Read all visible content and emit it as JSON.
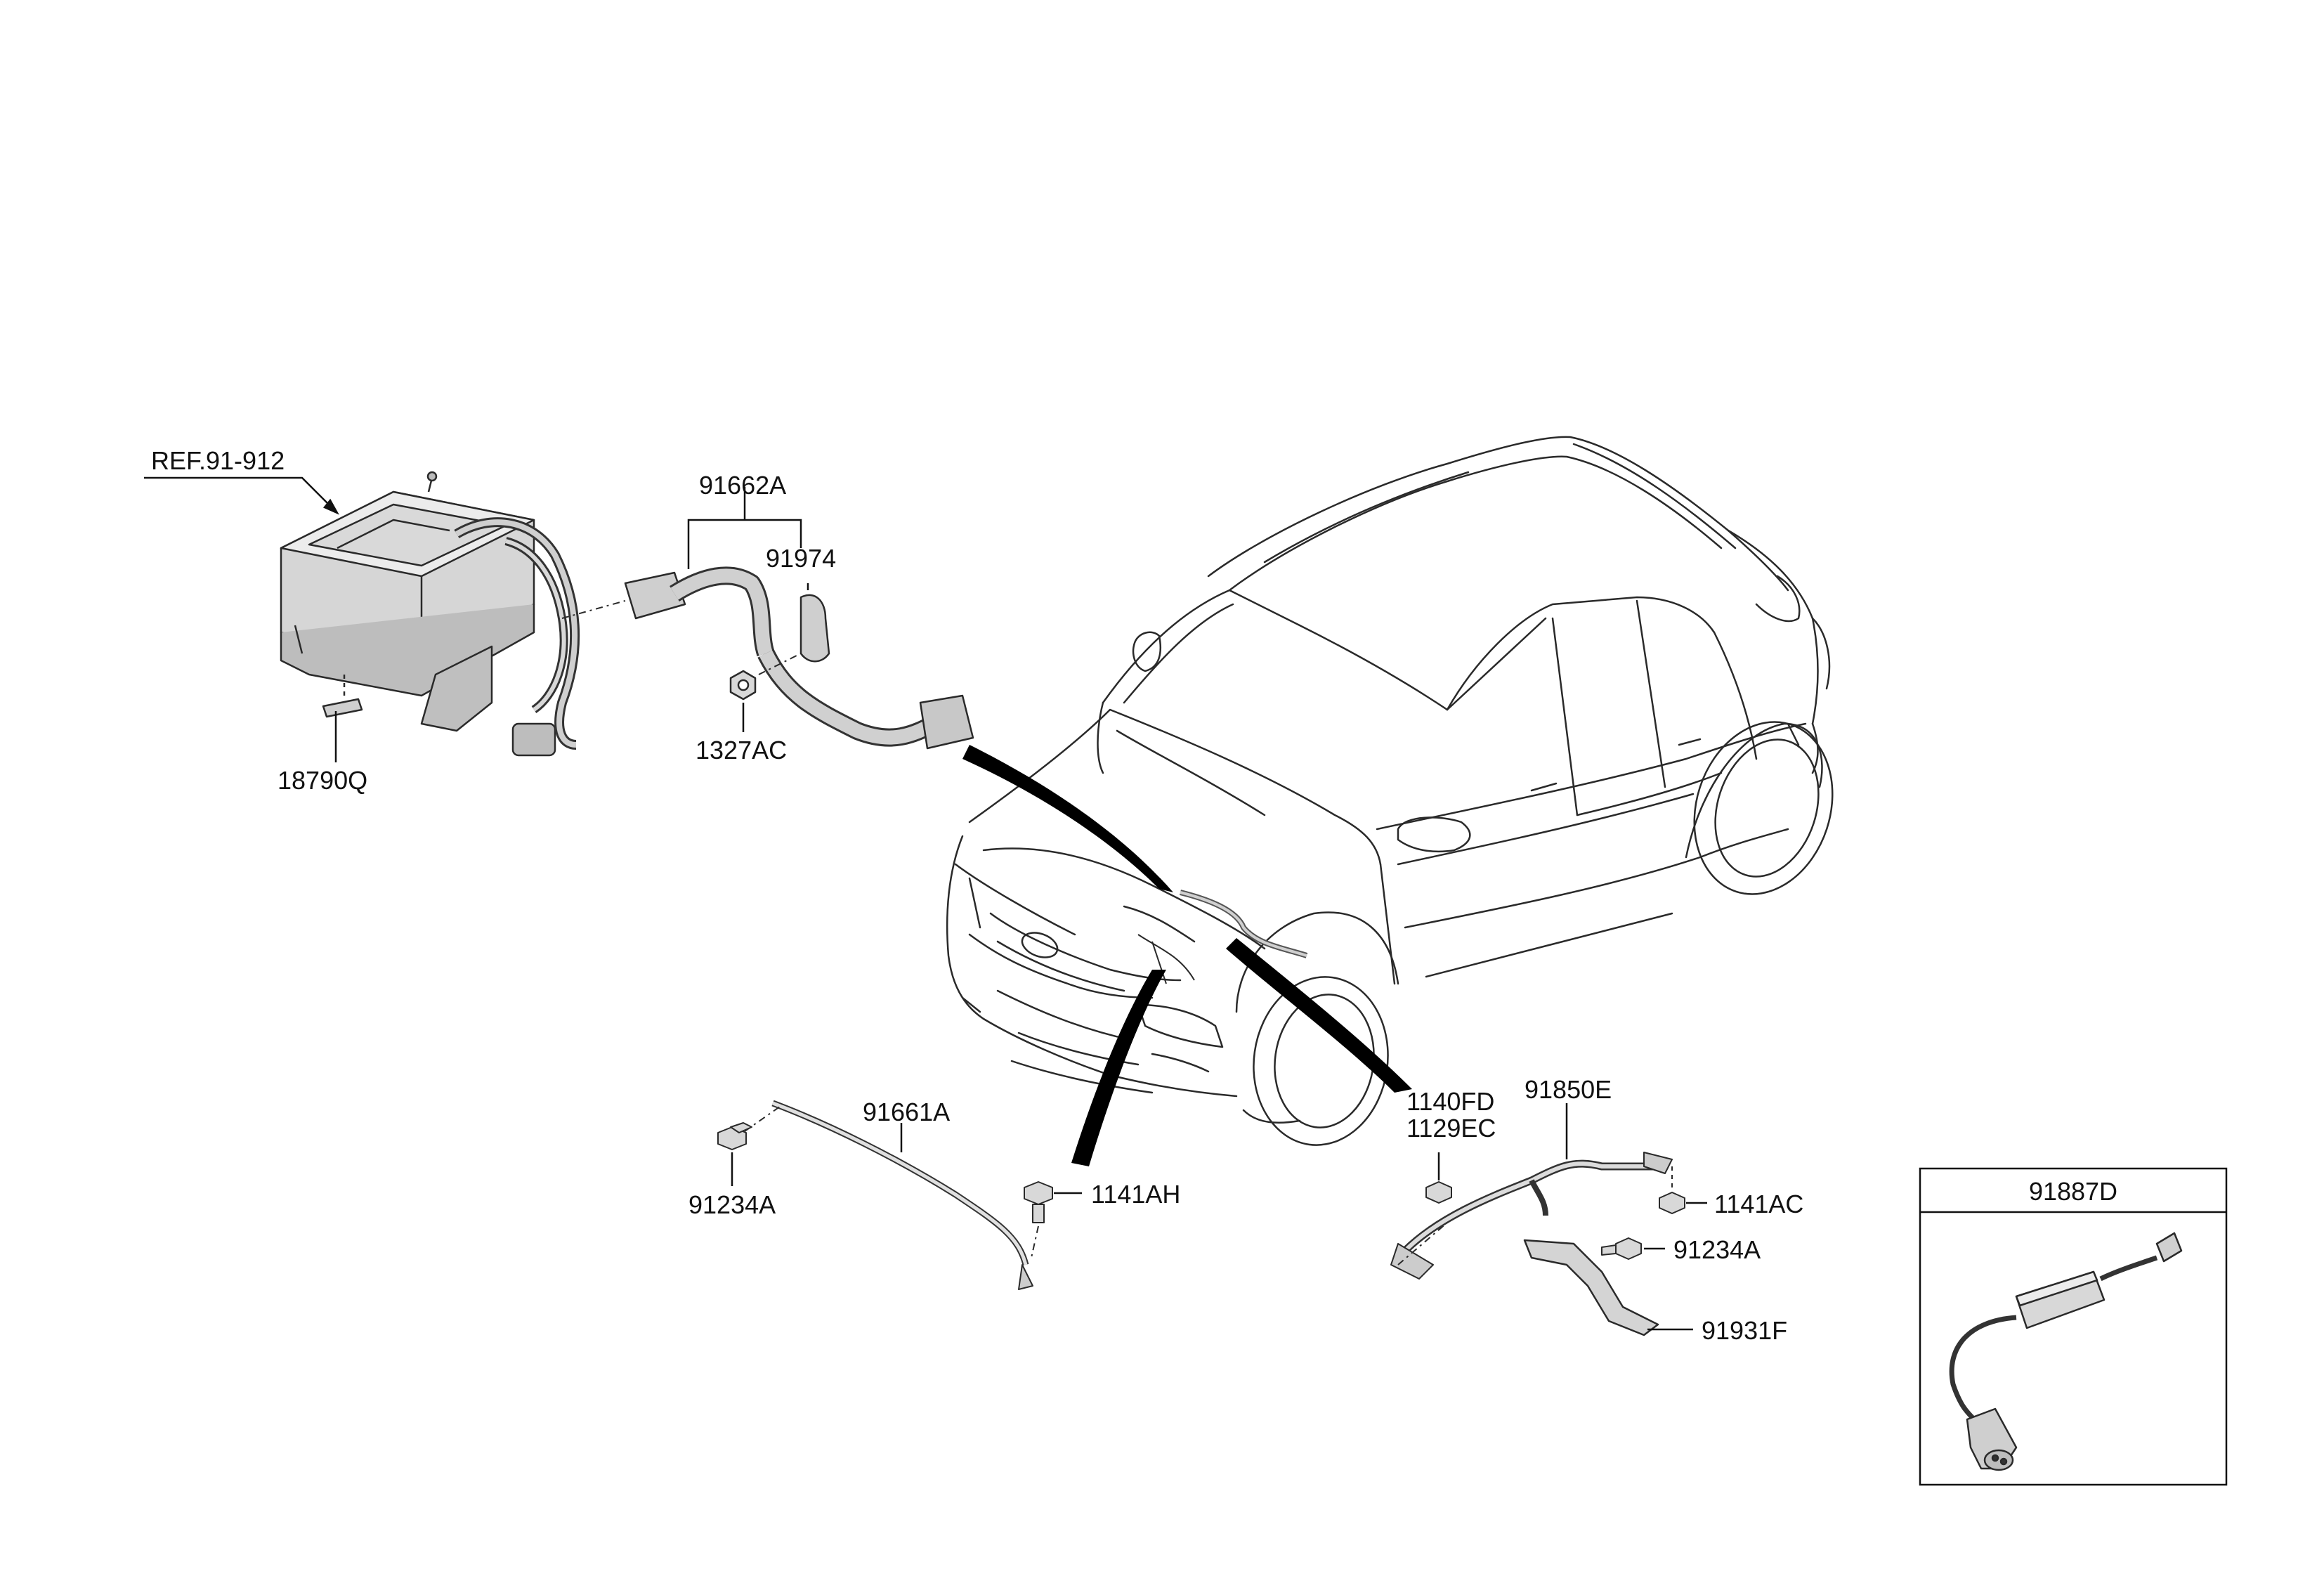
{
  "diagram": {
    "reference": "REF.91-912",
    "parts": [
      {
        "id": "18790Q"
      },
      {
        "id": "91662A"
      },
      {
        "id": "91974"
      },
      {
        "id": "1327AC"
      },
      {
        "id": "91661A"
      },
      {
        "id": "91234A"
      },
      {
        "id": "1141AH"
      },
      {
        "id": "1140FD"
      },
      {
        "id": "1129EC"
      },
      {
        "id": "91850E"
      },
      {
        "id": "1141AC"
      },
      {
        "id": "91234A"
      },
      {
        "id": "91931F"
      }
    ],
    "inset": {
      "title": "91887D"
    },
    "colors": {
      "line": "#2a2a2a",
      "part_fill": "#d9d9d9",
      "part_dark": "#8c8c8c",
      "callout": "#000000"
    }
  }
}
